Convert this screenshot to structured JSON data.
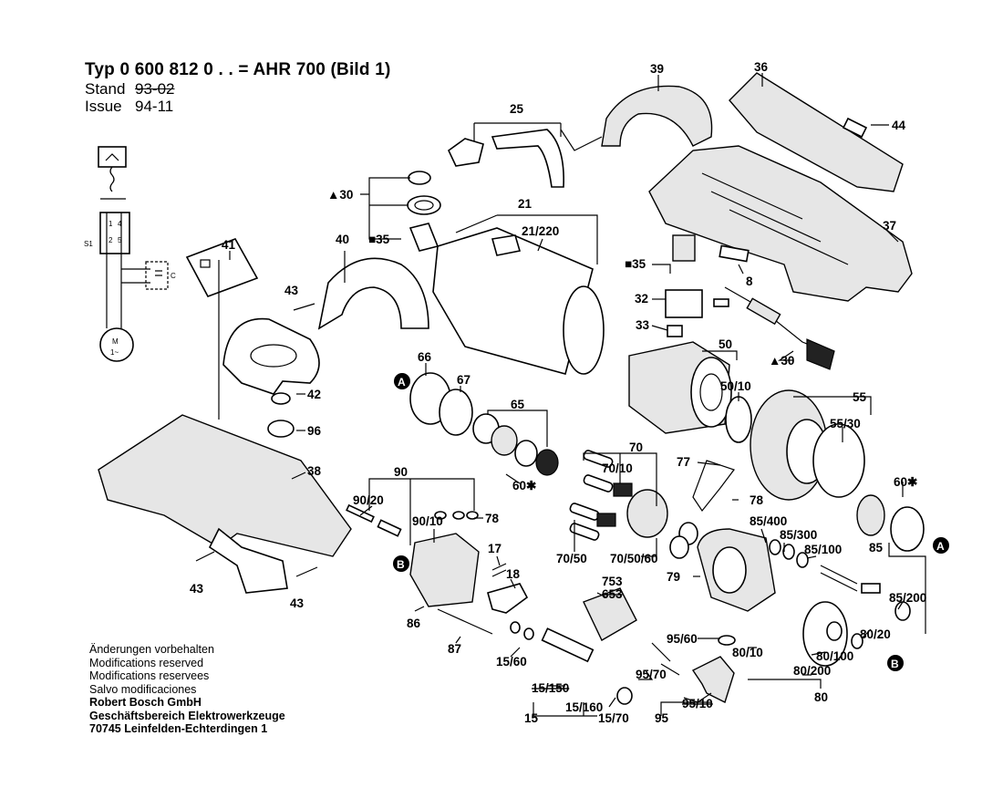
{
  "header": {
    "title": "Typ 0 600 812 0 . . = AHR  700 (Bild 1)",
    "stand_label": "Stand",
    "stand_value": "93-02",
    "issue_label": "Issue",
    "issue_value": "94-11"
  },
  "footer": {
    "lines": [
      "Änderungen vorbehalten",
      "Modifications reserved",
      "Modifications reservees",
      "Salvo modificaciones"
    ],
    "company_lines": [
      "Robert Bosch GmbH",
      "Geschäftsbereich Elektrowerkzeuge",
      "70745 Leinfelden-Echterdingen 1"
    ]
  },
  "schematic": {
    "s1": "S1",
    "c": "C",
    "motor_m": "M",
    "motor_ac": "1~",
    "pins": [
      "1",
      "2",
      "4",
      "5"
    ]
  },
  "markers": {
    "A": "A",
    "B": "B"
  },
  "labels": {
    "p39": "39",
    "p36": "36",
    "p25": "25",
    "p44": "44",
    "p30a": "▲30",
    "p21": "21",
    "p21_220": "21/220",
    "p35a": "■35",
    "p40": "40",
    "p41": "41",
    "p37": "37",
    "p35b": "■35",
    "p8": "8",
    "p43a": "43",
    "p32": "32",
    "p33": "33",
    "p50": "50",
    "p30b": "▲30",
    "p66": "66",
    "p67": "67",
    "p50_10": "50/10",
    "p42": "42",
    "p65": "65",
    "p55": "55",
    "p55_30": "55/30",
    "p96": "96",
    "p70": "70",
    "p38": "38",
    "p90": "90",
    "p77": "77",
    "p70_10": "70/10",
    "p60a": "60✱",
    "p60b": "60✱",
    "p90_20": "90/20",
    "p78a": "78",
    "p78b": "78",
    "p85_400": "85/400",
    "p90_10": "90/10",
    "p85_300": "85/300",
    "p85_100": "85/100",
    "p85": "85",
    "p17": "17",
    "p70_50": "70/50",
    "p70_50_60": "70/50/60",
    "p43b": "43",
    "p43c": "43",
    "p18": "18",
    "p79": "79",
    "p753": "753",
    "p653": "653",
    "p85_200": "85/200",
    "p86": "86",
    "p80_20": "80/20",
    "p95_60": "95/60",
    "p87": "87",
    "p80_10": "80/10",
    "p80_100": "80/100",
    "p15_60": "15/60",
    "p95_70": "95/70",
    "p80_200": "80/200",
    "p15_150": "15/150",
    "p15_160": "15/160",
    "p95_10": "95/10",
    "p80": "80",
    "p15": "15",
    "p15_70": "15/70",
    "p95": "95"
  },
  "colors": {
    "ink": "#000000",
    "paper": "#ffffff",
    "shade": "#e6e6e6"
  }
}
